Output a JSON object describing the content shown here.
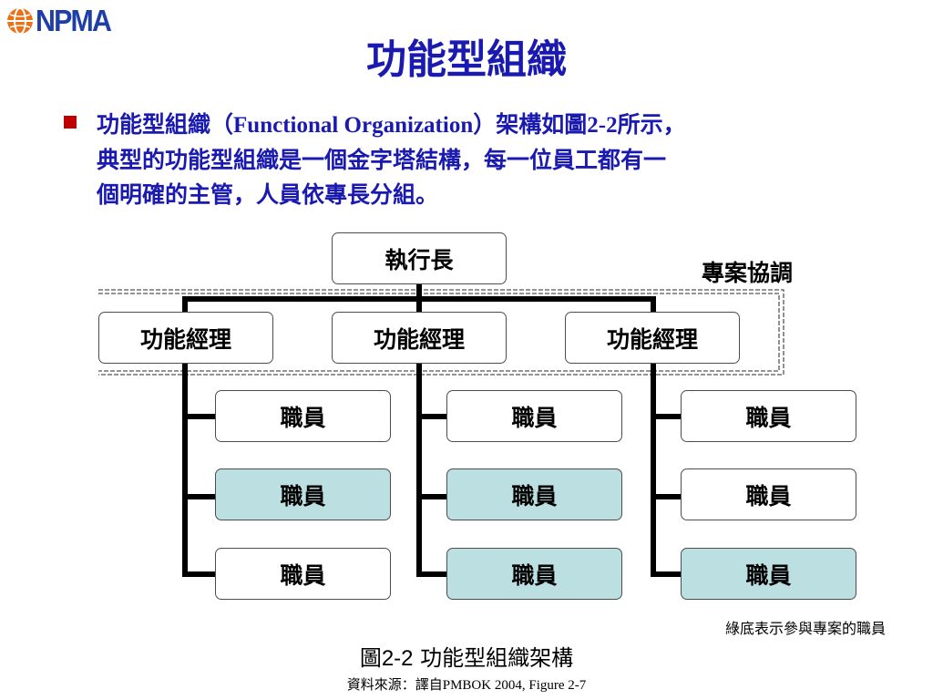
{
  "logo": {
    "text": "NPMA",
    "icon": "globe-icon"
  },
  "title": "功能型組織",
  "bullet": {
    "line1_cn_a": "功能型組織（",
    "line1_en": "Functional Organization",
    "line1_cn_b": "）架構如圖",
    "line1_num": "2-2",
    "line1_cn_c": "所示，",
    "line2": "典型的功能型組織是一個金字塔結構，每一位員工都有一",
    "line3": "個明確的主管，人員依專長分組。"
  },
  "org": {
    "ceo": "執行長",
    "coordination_label": "專案協調",
    "managers": [
      "功能經理",
      "功能經理",
      "功能經理"
    ],
    "staff_label": "職員",
    "project_staff": [
      [
        false,
        true,
        false
      ],
      [
        false,
        true,
        true
      ],
      [
        false,
        false,
        true
      ]
    ]
  },
  "colors": {
    "title": "#1a1ab0",
    "bullet": "#c00000",
    "project_fill": "#bcdfe2",
    "logo": "#1f3fa8"
  },
  "legend_note": "綠底表示參與專案的職員",
  "caption": {
    "prefix": "圖",
    "number": "2-2",
    "text": "功能型組織架構"
  },
  "source": {
    "cn": "資料來源：譯自",
    "en": "PMBOK 2004, Figure 2-7"
  }
}
